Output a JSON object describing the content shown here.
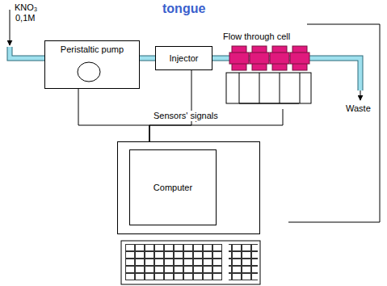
{
  "diagram": {
    "title": "tongue",
    "nodes": [
      {
        "text": [
          "Peristaltic pump"
        ]
      },
      {
        "text": [
          "Injector"
        ]
      },
      {
        "text": [
          "Flow through cell"
        ]
      },
      {
        "text": [
          "Computer"
        ]
      }
    ],
    "edges": [
      {
        "from": 0,
        "to": 1,
        "arrow": "none"
      },
      {
        "from": 1,
        "to": 2,
        "arrow": "none"
      },
      {
        "from": 0,
        "to": 3,
        "arrow": "none"
      },
      {
        "from": 1,
        "to": 3,
        "arrow": "none"
      },
      {
        "from": 2,
        "to": 3,
        "label": "Sensors' signals",
        "arrow": "none"
      }
    ],
    "labels": [
      "KNO₃",
      "0,1M",
      "\\",
      "Waste"
    ]
  }
}
